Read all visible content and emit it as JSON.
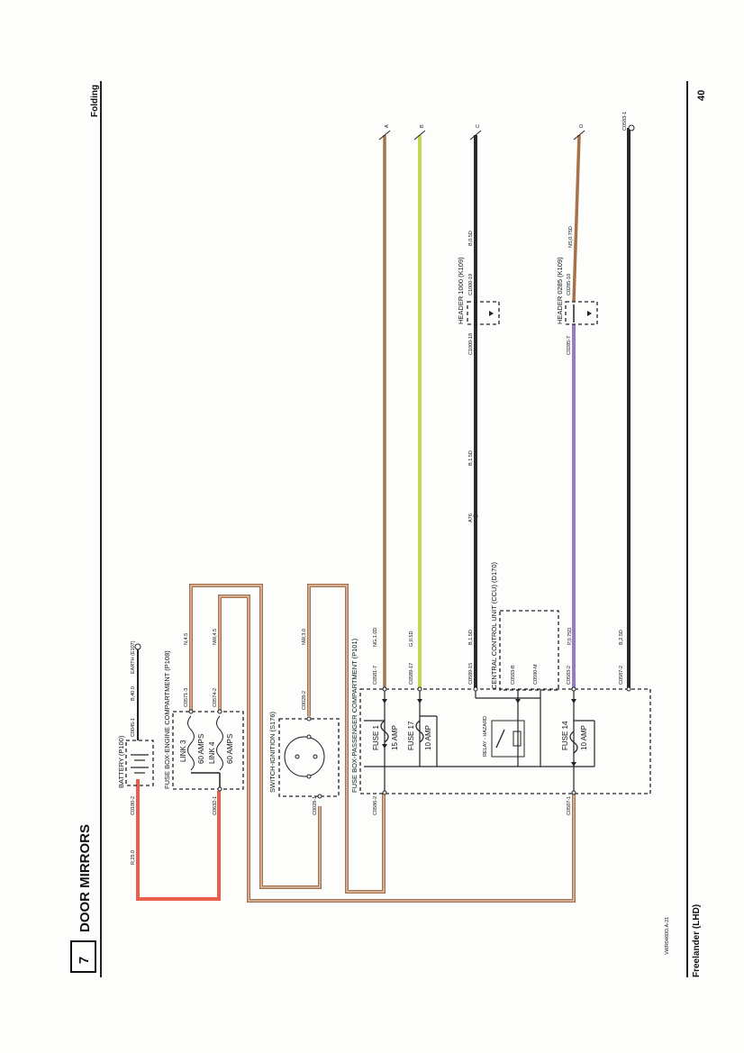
{
  "header": {
    "section_number": "7",
    "section_title": "DOOR MIRRORS",
    "subtitle": "Folding",
    "page_number": "40",
    "footer_model": "Freelander (LHD)",
    "drawing_ref": "VWR0460D.A-21"
  },
  "colors": {
    "brown": "#a8714a",
    "green": "#bed85a",
    "black": "#2a2a2a",
    "purple": "#9a79c8",
    "red": "#e8604c",
    "frame": "#222222"
  },
  "outputs": [
    {
      "id": "A",
      "wire": "NG,1.0D",
      "color": "brown"
    },
    {
      "id": "B",
      "wire": "G,0.5D",
      "color": "green"
    },
    {
      "id": "C",
      "wire": "B,0.5D",
      "color": "black"
    },
    {
      "id": "D",
      "wire": "NS,0.75D",
      "color": "brown"
    },
    {
      "id": "C0583-1",
      "wire": "",
      "color": "black"
    }
  ],
  "components": {
    "battery": "BATTERY (P100)",
    "battery_connector": "C0045-1",
    "battery_connector2": "C0180-2",
    "battery_wire": "B,40.0",
    "earth": "EARTH (E107)",
    "engine_fusebox": "FUSE BOX-ENGINE COMPARTMENT (P108)",
    "link3": "LINK 3",
    "link3_rating": "60 AMPS",
    "link4": "LINK 4",
    "link4_rating": "60 AMPS",
    "link3_conn": "C0571-3",
    "link4_conn": "C0574-2",
    "link_conn_bottom": "C0632-1",
    "wire_n": "N,4.5",
    "wire_nw": "NW,4.5",
    "wire_r": "R,25.0",
    "ignition": "SWITCH-IGNITION (S176)",
    "ignition_conn_top": "C0028-2",
    "ignition_conn_bottom": "C0028-1",
    "ignition_wire": "NW,3.0",
    "passenger_fusebox": "FUSE BOX-PASSENGER COMPARTMENT (P101)",
    "fuse1": "FUSE 1",
    "fuse1_rating": "15 AMP",
    "fuse17": "FUSE 17",
    "fuse17_rating": "10 AMP",
    "fuse14": "FUSE 14",
    "fuse14_rating": "10 AMP",
    "relay": "RELAY - HAZARD",
    "ccu": "CENTRAL CONTROL UNIT (CCU) (D170)",
    "ccu_conn1": "C0589-15",
    "ccu_conn2": "C0583-B",
    "ccu_conn3": "C0590-M",
    "fb_conn_a": "C0581-7",
    "fb_conn_b": "C0589-17",
    "fb_conn_d": "C0583-2",
    "fb_conn_e": "C0587-2",
    "fb_conn_left1": "C0586-2",
    "fb_conn_left2": "C0587-1",
    "wire_b15": "B,1.5D",
    "wire_p075": "P,0.75D",
    "wire_b25": "B,2.5D",
    "splice": "A76",
    "header1000": "HEADER 1000 (K109)",
    "h1000_in": "C1000-18",
    "h1000_out": "C1000-19",
    "header0285": "HEADER 0285 (K109)",
    "h0285_in": "C0285-7",
    "h0285_out": "C0285-10"
  }
}
